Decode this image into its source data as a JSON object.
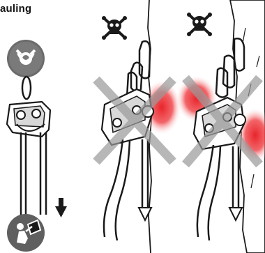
{
  "caption": "auling",
  "panels": [
    {
      "name": "hauling-correct-use",
      "icons": [
        "rope-anchor-icon",
        "hauling-person-icon",
        "arrow-down-icon"
      ]
    },
    {
      "name": "incorrect-use-left",
      "icons": [
        "skull-crossbones-icon",
        "cross-mark-icon",
        "friction-glow-icon"
      ]
    },
    {
      "name": "incorrect-use-right",
      "icons": [
        "skull-crossbones-icon",
        "cross-mark-icon",
        "friction-glow-icon"
      ]
    }
  ],
  "colors": {
    "line": "#1a1a1a",
    "badge_gray": "#6b6b6b",
    "cross_gray": "#9a9a9a",
    "glow_red": "#e8242b",
    "background": "#ffffff"
  }
}
